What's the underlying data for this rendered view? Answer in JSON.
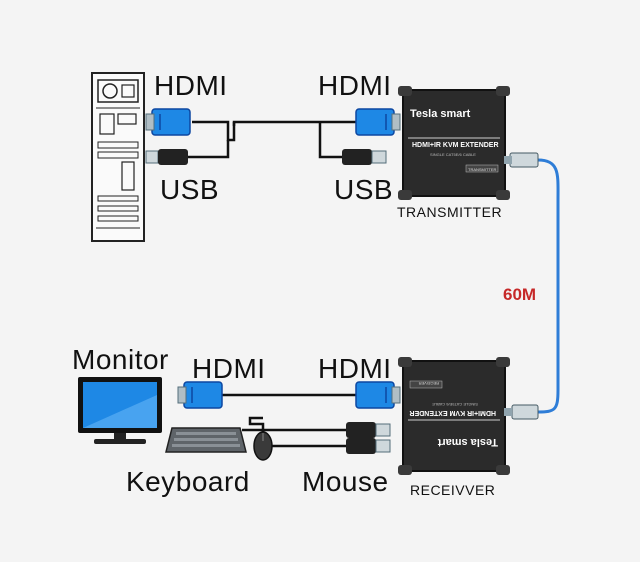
{
  "top": {
    "hdmi_left": "HDMI",
    "hdmi_right": "HDMI",
    "usb_left": "USB",
    "usb_right": "USB",
    "device_label": "TRANSMITTER",
    "device_brand": "Tesla smart",
    "device_model": "HDMI+IR KVM EXTENDER",
    "device_sub": "SINGLE CAT5E/6 CABLE",
    "device_tag": "TRANSMITTER"
  },
  "cable": {
    "distance": "60M",
    "color": "#2e7dd7"
  },
  "bottom": {
    "monitor": "Monitor",
    "hdmi_left": "HDMI",
    "hdmi_right": "HDMI",
    "keyboard": "Keyboard",
    "mouse": "Mouse",
    "device_label": "RECEIVVER",
    "device_brand": "Tesla smart",
    "device_model": "HDMI+IR KVM EXTENDER",
    "device_sub": "SINGLE CAT5E/6 CABLE",
    "device_tag": "RECEIVER"
  },
  "colors": {
    "hdmi_connector": "#1e88e5",
    "extender_body": "#2b2b2b",
    "distance_text": "#c62828"
  }
}
